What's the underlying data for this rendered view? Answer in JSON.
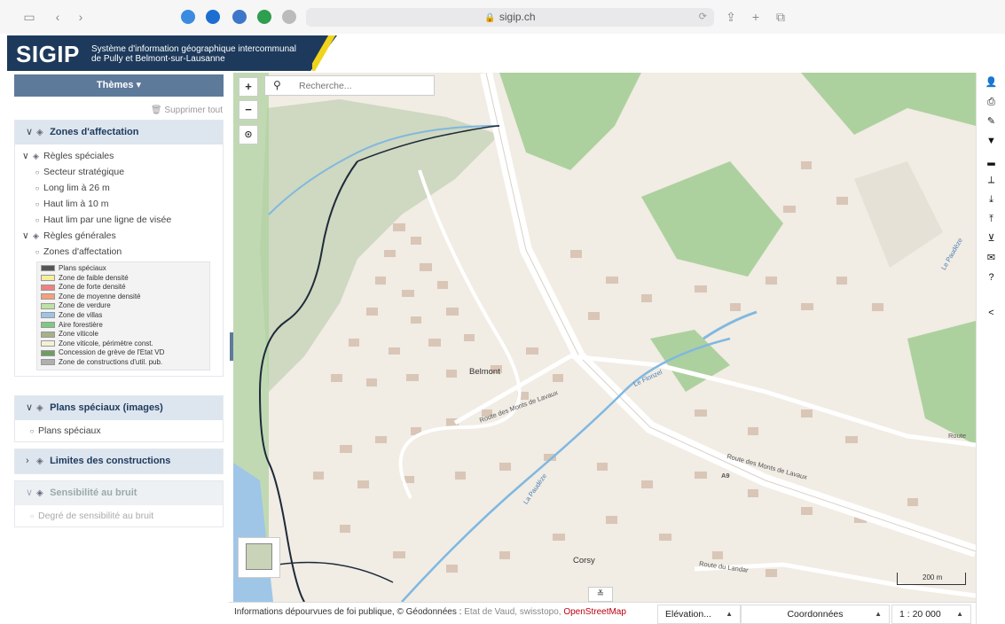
{
  "browser": {
    "url": "sigip.ch",
    "icons": [
      "sidebar-icon",
      "back-icon",
      "forward-icon",
      "share-icon",
      "new-tab-icon",
      "tabs-icon"
    ]
  },
  "header": {
    "logo_text": "SIGIP",
    "subtitle_line1": "Système d'information géographique intercommunal",
    "subtitle_line2": "de Pully et Belmont-sur-Lausanne"
  },
  "sidebar": {
    "themes_label": "Thèmes",
    "delete_all_label": "Supprimer tout",
    "groups": [
      {
        "title": "Zones d'affectation",
        "subgroups": [
          {
            "title": "Règles spéciales",
            "items": [
              "Secteur stratégique",
              "Long lim à 26 m",
              "Haut lim à 10 m",
              "Haut lim par une ligne de visée"
            ]
          },
          {
            "title": "Règles générales",
            "items": [
              "Zones d'affectation"
            ]
          }
        ],
        "legend": [
          {
            "label": "Plans spéciaux",
            "color": "#555555"
          },
          {
            "label": "Zone de faible densité",
            "color": "#f6ef9a"
          },
          {
            "label": "Zone de forte densité",
            "color": "#f08080"
          },
          {
            "label": "Zone de moyenne densité",
            "color": "#f5a07a"
          },
          {
            "label": "Zone de verdure",
            "color": "#bde3a4"
          },
          {
            "label": "Zone de villas",
            "color": "#9ec3e8"
          },
          {
            "label": "Aire forestière",
            "color": "#7fc97f"
          },
          {
            "label": "Zone viticole",
            "color": "#a6b08a"
          },
          {
            "label": "Zone viticole, périmètre const.",
            "color": "#f4f0d8"
          },
          {
            "label": "Concession de grève de l'Etat VD",
            "color": "#6e9e5f"
          },
          {
            "label": "Zone de constructions d'util. pub.",
            "color": "#b0b0b0"
          }
        ]
      },
      {
        "title": "Plans spéciaux (images)",
        "items": [
          "Plans spéciaux"
        ]
      },
      {
        "title": "Limites des constructions",
        "items": []
      },
      {
        "title": "Sensibilité au bruit",
        "items": [
          "Degré de sensibilité au bruit"
        ]
      }
    ]
  },
  "map": {
    "search_placeholder": "Recherche...",
    "zoom_in": "+",
    "zoom_out": "−",
    "scale_label": "200 m",
    "places": [
      "Belmont",
      "Corsy"
    ],
    "roads": [
      "Route des Monts de Lavaux",
      "Route des Monts de Lavaux",
      "Route du Landar",
      "A9",
      "Le Flonzel",
      "La Paudèze",
      "Route",
      "Le Paudèze"
    ],
    "colors": {
      "land": "#f1ece4",
      "forest": "#add19e",
      "vineyard": "#cfd8c0",
      "building": "#d9c6b7",
      "water": "#80b8e0"
    }
  },
  "footer": {
    "attribution_prefix": "Informations dépourvues de foi publique, © Géodonnées :",
    "attribution_sources": "Etat de Vaud, swisstopo,",
    "attribution_osm": "OpenStreetMap",
    "elevation_label": "Elévation...",
    "coordinates_label": "Coordonnées",
    "scale_value": "1 : 20 000"
  },
  "toolbar": {
    "tools": [
      "user-icon",
      "print-icon",
      "draw-icon",
      "filter-icon",
      "profile-icon",
      "measure-icon",
      "download-icon",
      "upload-icon",
      "cart-icon",
      "mail-icon",
      "help-icon",
      "share-icon"
    ]
  }
}
